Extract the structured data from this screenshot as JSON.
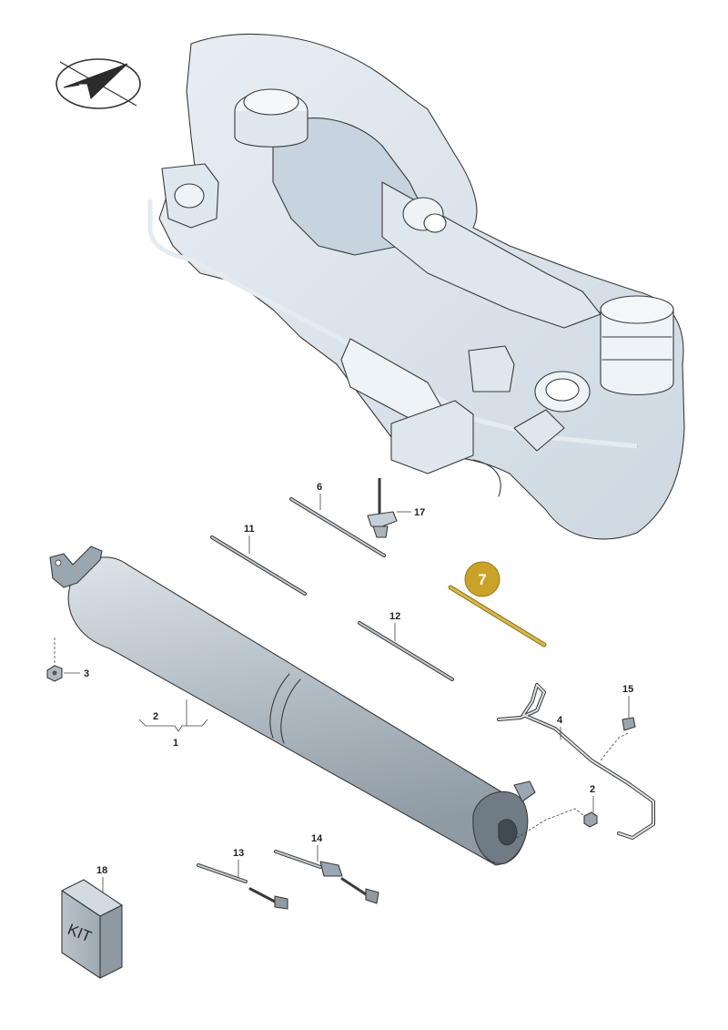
{
  "callouts": {
    "c1": "1",
    "c2a": "2",
    "c2b": "2",
    "c3": "3",
    "c4": "4",
    "c6": "6",
    "c7": "7",
    "c11": "11",
    "c12": "12",
    "c13": "13",
    "c14": "14",
    "c15": "15",
    "c17": "17",
    "c18": "18"
  },
  "kit_label": "KIT",
  "colors": {
    "highlight": "#c9a22a",
    "highlight_part": "#c9a83a",
    "canister": "#b4bfc7",
    "frame": "#dfe7ee",
    "outline": "#3a3a3a"
  },
  "icons": {
    "orientation": "direction-arrow-icon"
  }
}
